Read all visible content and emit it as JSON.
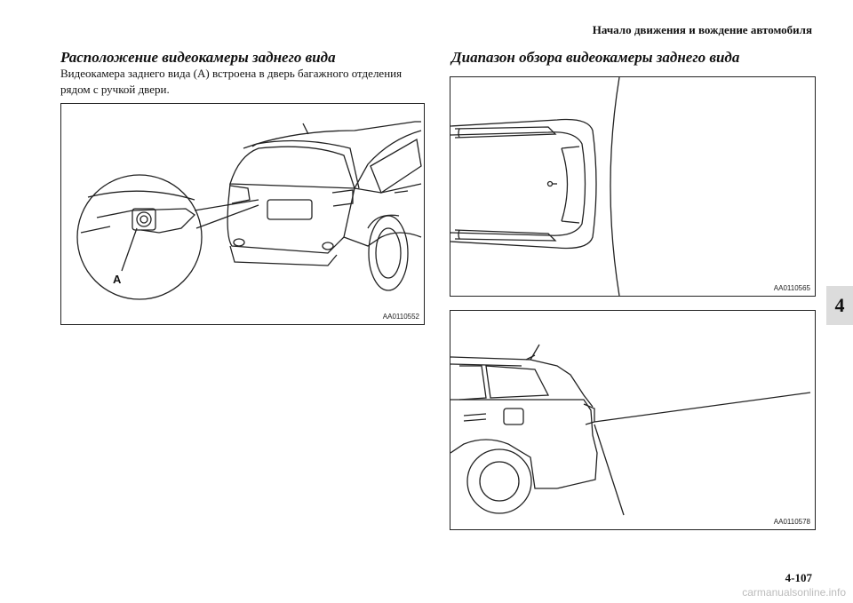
{
  "header": {
    "section_title": "Начало движения и вождение автомобиля"
  },
  "left_section": {
    "title": "Расположение видеокамеры заднего вида",
    "paragraph": "Видеокамера заднего вида (A) встроена в дверь багажного отделения рядом с ручкой двери.",
    "figure": {
      "callout_label": "A",
      "code": "AA0110552"
    }
  },
  "right_section": {
    "title": "Диапазон обзора видеокамеры заднего вида",
    "figure_top": {
      "code": "AA0110565"
    },
    "figure_bottom": {
      "code": "AA0110578"
    }
  },
  "chapter_tab": "4",
  "page_number": "4-107",
  "watermark": "carmanualsonline.info"
}
